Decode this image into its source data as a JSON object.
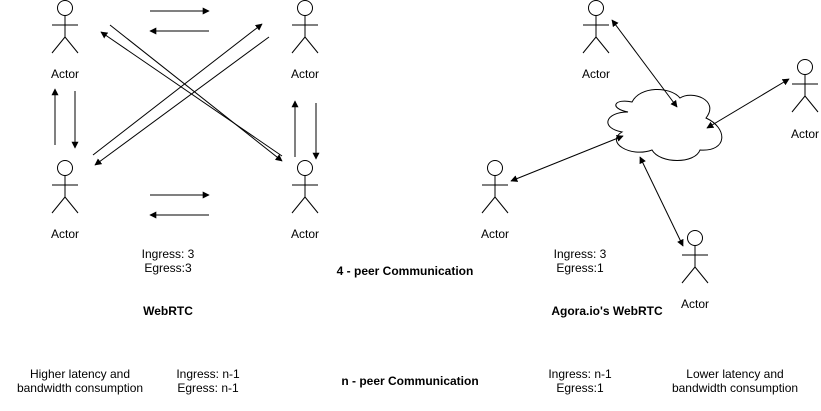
{
  "actor_label": "Actor",
  "left": {
    "ingress": "Ingress: 3",
    "egress": "Egress:3",
    "title": "WebRTC"
  },
  "center_label": "4 - peer Communication",
  "right": {
    "ingress": "Ingress: 3",
    "egress": "Egress:1",
    "title": "Agora.io's WebRTC"
  },
  "bottom": {
    "left_desc_line1": "Higher latency and",
    "left_desc_line2": "bandwidth consumption",
    "left_ingress": "Ingress: n-1",
    "left_egress": "Egress: n-1",
    "center_label": "n - peer Communication",
    "right_ingress": "Ingress: n-1",
    "right_egress": "Egress:1",
    "right_desc_line1": "Lower latency and",
    "right_desc_line2": "bandwidth consumption"
  }
}
